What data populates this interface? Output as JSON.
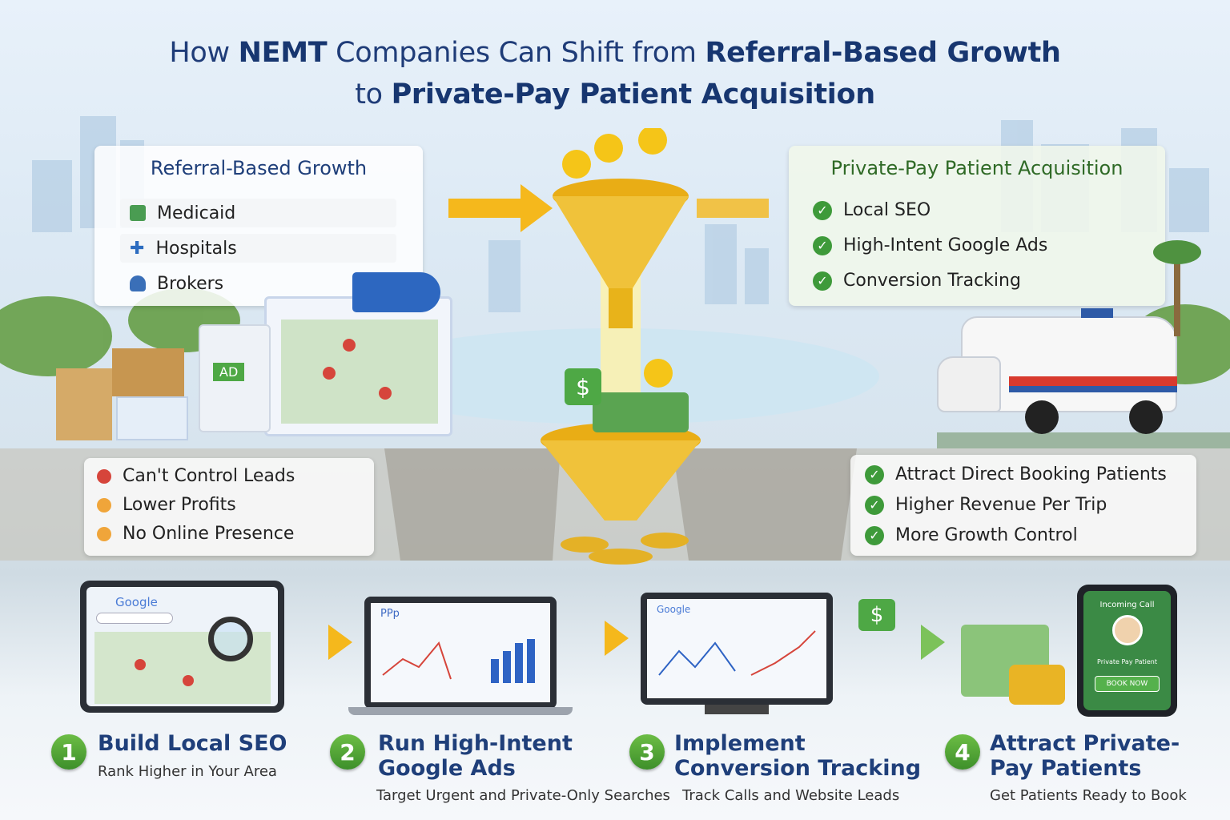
{
  "title": {
    "line1_a": "How ",
    "line1_b": "NEMT",
    "line1_c": " Companies Can Shift from ",
    "line1_d": "Referral-Based Growth",
    "line2_a": "to ",
    "line2_b": "Private-Pay Patient Acquisition"
  },
  "left_panel": {
    "heading": "Referral-Based Growth",
    "items": [
      "Medicaid",
      "Hospitals",
      "Brokers"
    ]
  },
  "right_panel": {
    "heading": "Private-Pay Patient Acquisition",
    "items": [
      "Local SEO",
      "High-Intent Google Ads",
      "Conversion Tracking"
    ]
  },
  "left_issues": {
    "items": [
      "Can't Control Leads",
      "Lower Profits",
      "No Online Presence"
    ]
  },
  "right_benefits": {
    "items": [
      "Attract Direct Booking Patients",
      "Higher Revenue Per Trip",
      "More Growth Control"
    ]
  },
  "illus": {
    "ad_label": "AD",
    "google": "Google",
    "ppc": "PPp",
    "phone_header": "Incoming Call",
    "phone_name": "Private Pay Patient",
    "book": "BOOK NOW"
  },
  "steps": [
    {
      "num": "1",
      "title": "Build Local SEO",
      "sub": "Rank Higher in Your Area"
    },
    {
      "num": "2",
      "title": "Run High-Intent Google Ads",
      "sub": "Target Urgent and Private-Only Searches"
    },
    {
      "num": "3",
      "title": "Implement Conversion Tracking",
      "sub": "Track Calls and Website Leads"
    },
    {
      "num": "4",
      "title": "Attract Private-Pay Patients",
      "sub": "Get Patients Ready to Book"
    }
  ],
  "colors": {
    "accent": "#1f3f7a",
    "green": "#3e9a3a",
    "gold": "#f5b81c",
    "red": "#d6453b"
  }
}
